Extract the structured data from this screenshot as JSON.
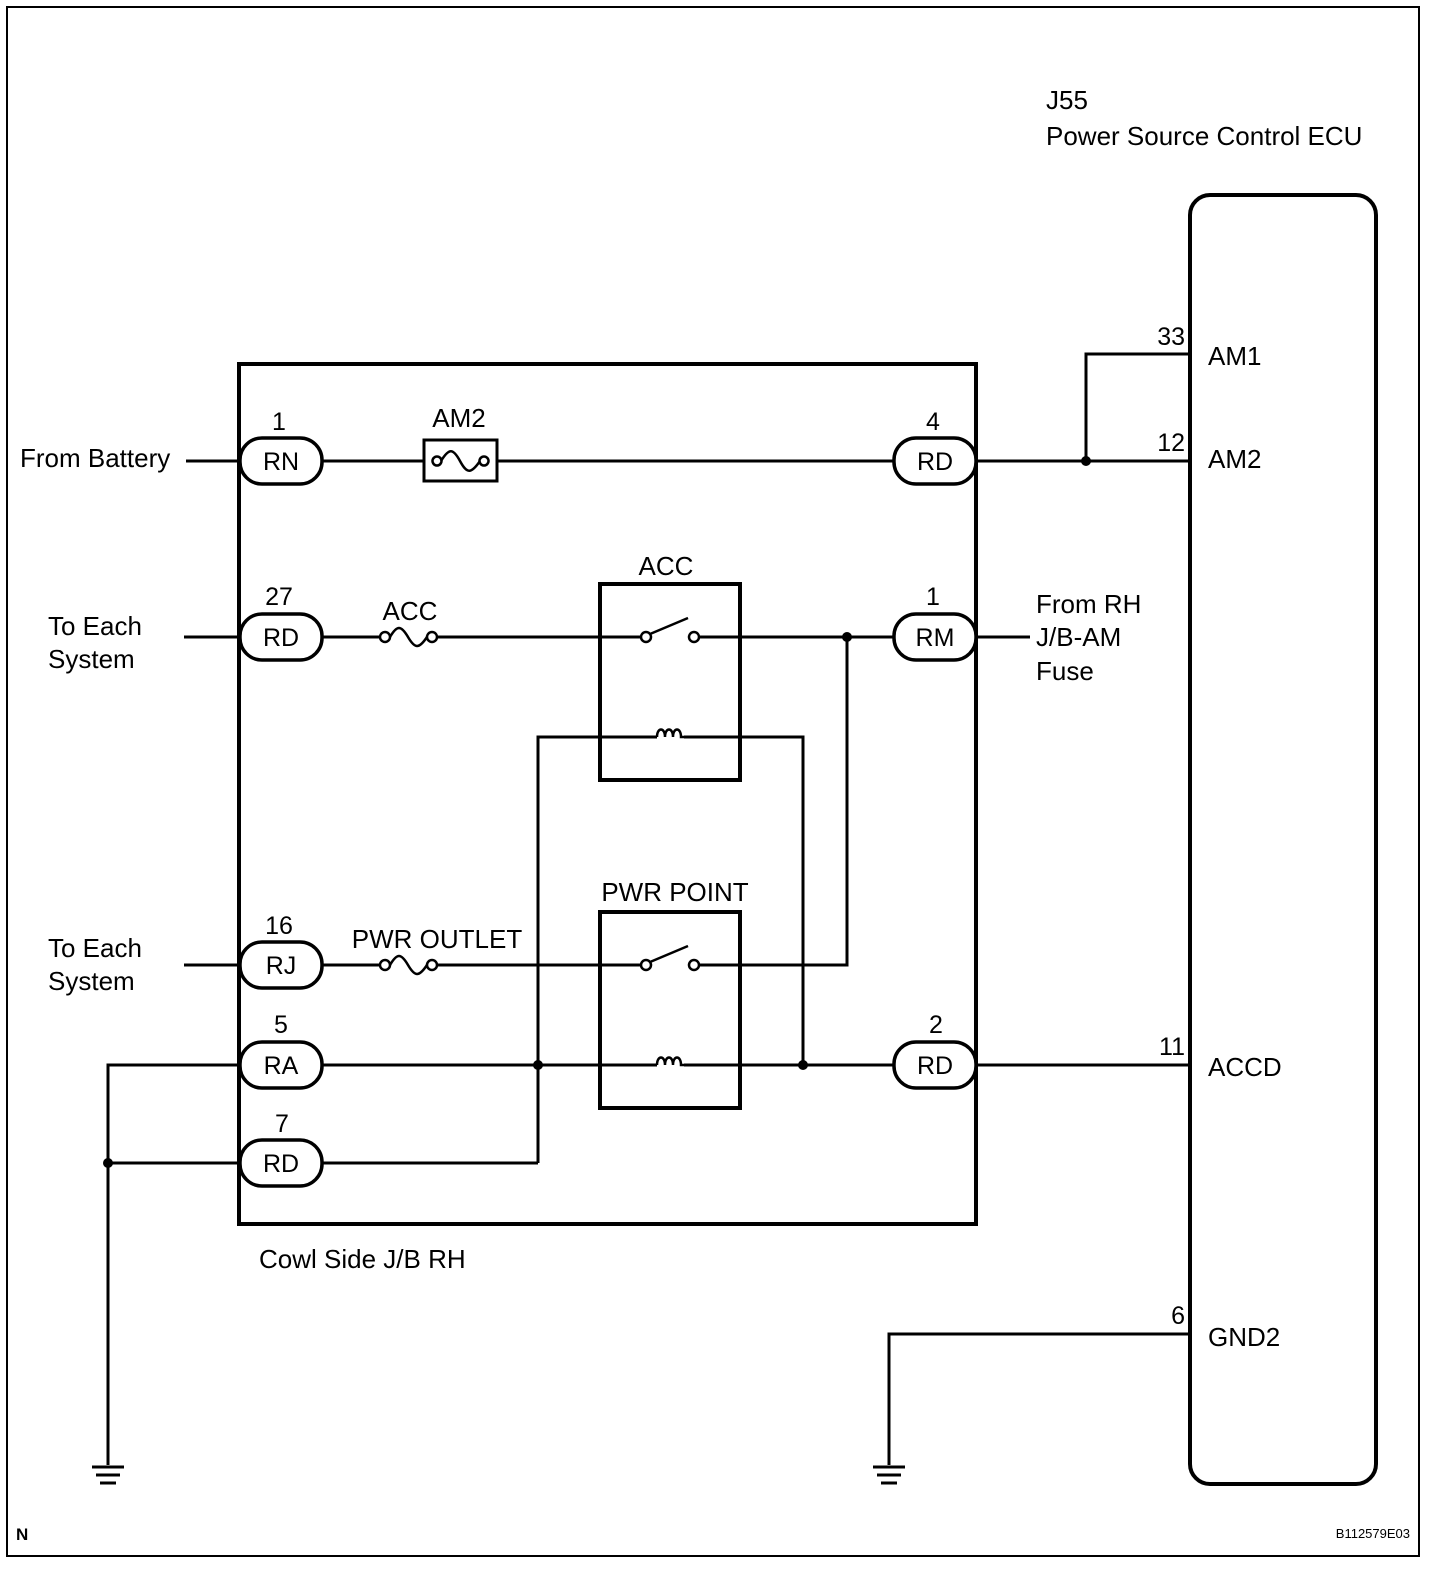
{
  "ecu": {
    "id": "J55",
    "name": "Power Source Control ECU",
    "terminals": [
      {
        "pin": "33",
        "name": "AM1"
      },
      {
        "pin": "12",
        "name": "AM2"
      },
      {
        "pin": "11",
        "name": "ACCD"
      },
      {
        "pin": "6",
        "name": "GND2"
      }
    ]
  },
  "junction_block": {
    "name": "Cowl Side J/B RH",
    "connectors": [
      {
        "pin": "1",
        "code": "RN"
      },
      {
        "pin": "27",
        "code": "RD"
      },
      {
        "pin": "16",
        "code": "RJ"
      },
      {
        "pin": "5",
        "code": "RA"
      },
      {
        "pin": "7",
        "code": "RD"
      },
      {
        "pin": "4",
        "code": "RD"
      },
      {
        "pin": "1",
        "code": "RM"
      },
      {
        "pin": "2",
        "code": "RD"
      }
    ],
    "fuses": [
      "AM2",
      "ACC",
      "PWR OUTLET"
    ],
    "relays": [
      "ACC",
      "PWR POINT"
    ]
  },
  "external": {
    "from_battery": "From Battery",
    "to_each_system_1": [
      "To Each",
      "System"
    ],
    "to_each_system_2": [
      "To Each",
      "System"
    ],
    "from_rh": [
      "From RH",
      "J/B-AM",
      "Fuse"
    ]
  },
  "footer": {
    "left": "N",
    "right": "B112579E03"
  }
}
